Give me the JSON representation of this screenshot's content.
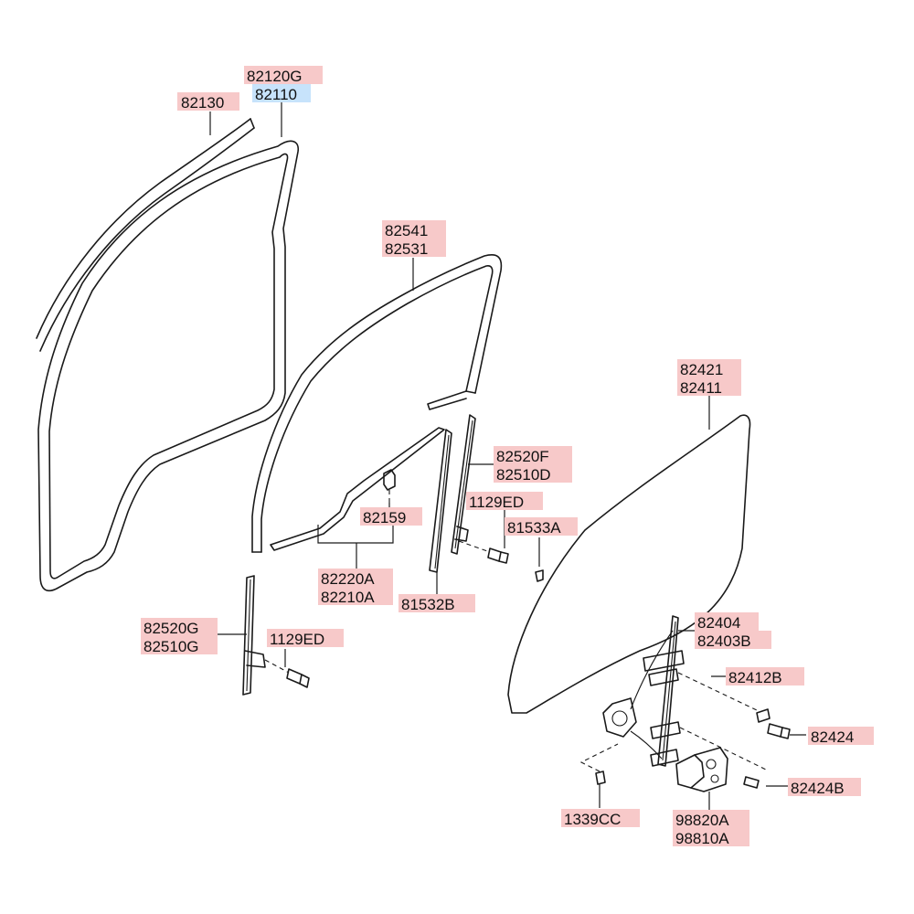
{
  "colors": {
    "label_highlight": "#f7c9c9",
    "selected_highlight": "#c7e3fb",
    "line": "#1a1a1a"
  },
  "callouts": {
    "c82120G": "82120G",
    "c82110": "82110",
    "c82130": "82130",
    "c82541": "82541",
    "c82531": "82531",
    "c82421": "82421",
    "c82411": "82411",
    "c82520F": "82520F",
    "c82510D": "82510D",
    "c1129ED_a": "1129ED",
    "c81533A": "81533A",
    "c82159": "82159",
    "c82220A": "82220A",
    "c82210A": "82210A",
    "c81532B": "81532B",
    "c82520G": "82520G",
    "c82510G": "82510G",
    "c1129ED_b": "1129ED",
    "c82404": "82404",
    "c82403B": "82403B",
    "c82412B": "82412B",
    "c82424": "82424",
    "c82424B": "82424B",
    "c1339CC": "1339CC",
    "c98820A": "98820A",
    "c98810A": "98810A"
  },
  "selected_part": "82110"
}
